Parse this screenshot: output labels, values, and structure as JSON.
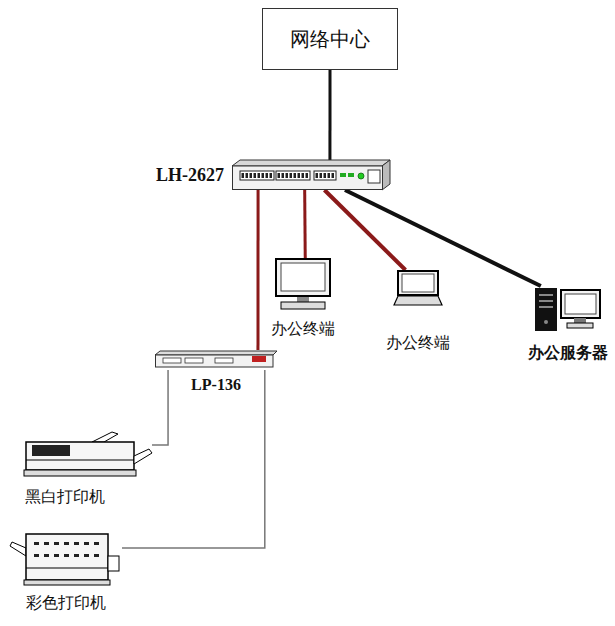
{
  "diagram": {
    "nodes": [
      {
        "text": [
          "网络中心"
        ]
      },
      {
        "text": [
          "LH-2627"
        ]
      },
      {
        "text": [
          "办公终端"
        ]
      },
      {
        "text": [
          "办公终端"
        ]
      },
      {
        "text": [
          "办公服务器"
        ]
      },
      {
        "text": [
          "LP-136"
        ]
      },
      {
        "text": [
          "黑白打印机"
        ]
      },
      {
        "text": [
          "彩色打印机"
        ]
      }
    ],
    "edges": [
      {
        "from": 0,
        "to": 1,
        "arrow": "none"
      },
      {
        "from": 1,
        "to": 2,
        "arrow": "none"
      },
      {
        "from": 1,
        "to": 3,
        "arrow": "none"
      },
      {
        "from": 1,
        "to": 4,
        "arrow": "none"
      },
      {
        "from": 1,
        "to": 5,
        "arrow": "none"
      },
      {
        "from": 5,
        "to": 6,
        "arrow": "none"
      },
      {
        "from": 5,
        "to": 7,
        "arrow": "none"
      }
    ]
  }
}
